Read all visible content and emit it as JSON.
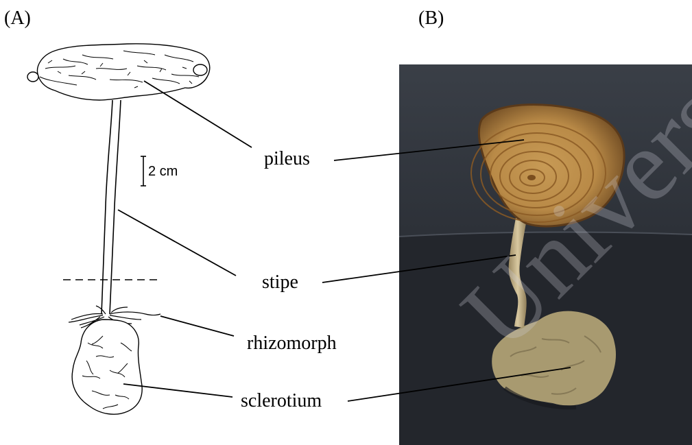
{
  "panels": {
    "a_label": "(A)",
    "b_label": "(B)"
  },
  "scale_bar": {
    "label": "2 cm"
  },
  "labels": {
    "pileus": "pileus",
    "stipe": "stipe",
    "rhizomorph": "rhizomorph",
    "sclerotium": "sclerotium"
  },
  "watermark": {
    "text": "University of Malaya"
  },
  "colors": {
    "ink": "#000000",
    "photo_background": "#2d3138",
    "cap_tan": "#b98a47",
    "cap_ring": "#8a5a24",
    "stipe_beige": "#cbb992",
    "sclerotium_beige": "#a89a70"
  }
}
